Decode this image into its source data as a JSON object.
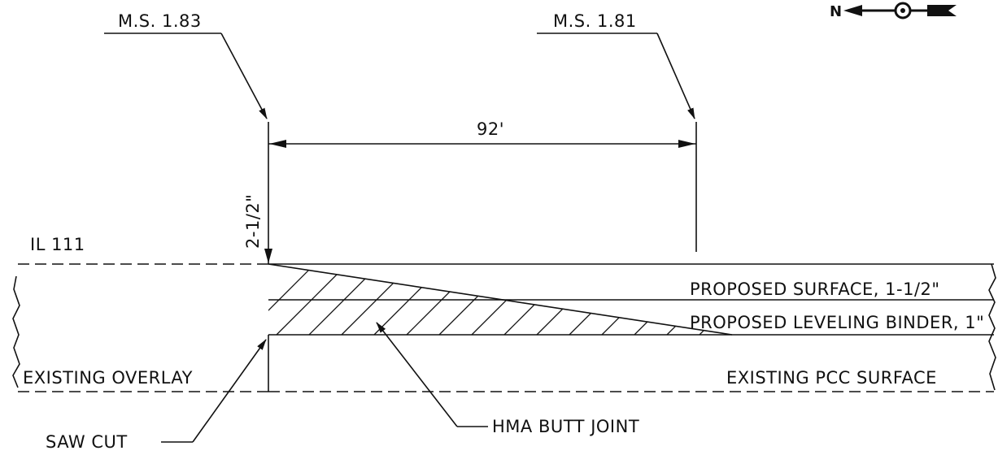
{
  "labels": {
    "ms_183": "M.S. 1.83",
    "ms_181": "M.S. 1.81",
    "length": "92'",
    "depth": "2-1/2\"",
    "route": "IL 111",
    "proposed_surface": "PROPOSED SURFACE, 1-1/2\"",
    "proposed_binder": "PROPOSED LEVELING BINDER, 1\"",
    "existing_overlay": "EXISTING OVERLAY",
    "existing_pcc": "EXISTING PCC SURFACE",
    "saw_cut": "SAW CUT",
    "butt_joint": "HMA BUTT JOINT",
    "north": "N"
  }
}
